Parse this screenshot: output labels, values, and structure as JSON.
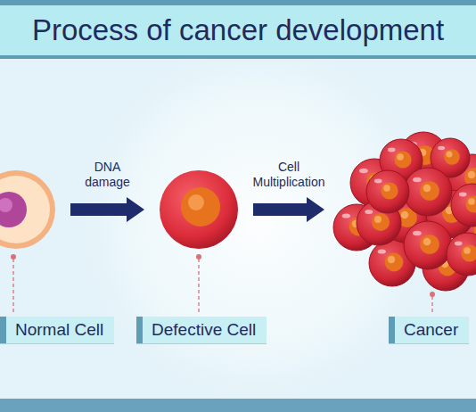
{
  "diagram": {
    "title": "Process of cancer development",
    "nodes": [
      {
        "text": [
          "Normal Cell"
        ]
      },
      {
        "text": [
          "Defective Cell"
        ]
      },
      {
        "text": [
          "Cancer"
        ]
      }
    ],
    "edges": [
      {
        "from": 0,
        "to": 1,
        "arrow": "to",
        "label": "DNA damage"
      },
      {
        "from": 1,
        "to": 2,
        "arrow": "to",
        "label": "Cell Multiplication"
      }
    ]
  }
}
